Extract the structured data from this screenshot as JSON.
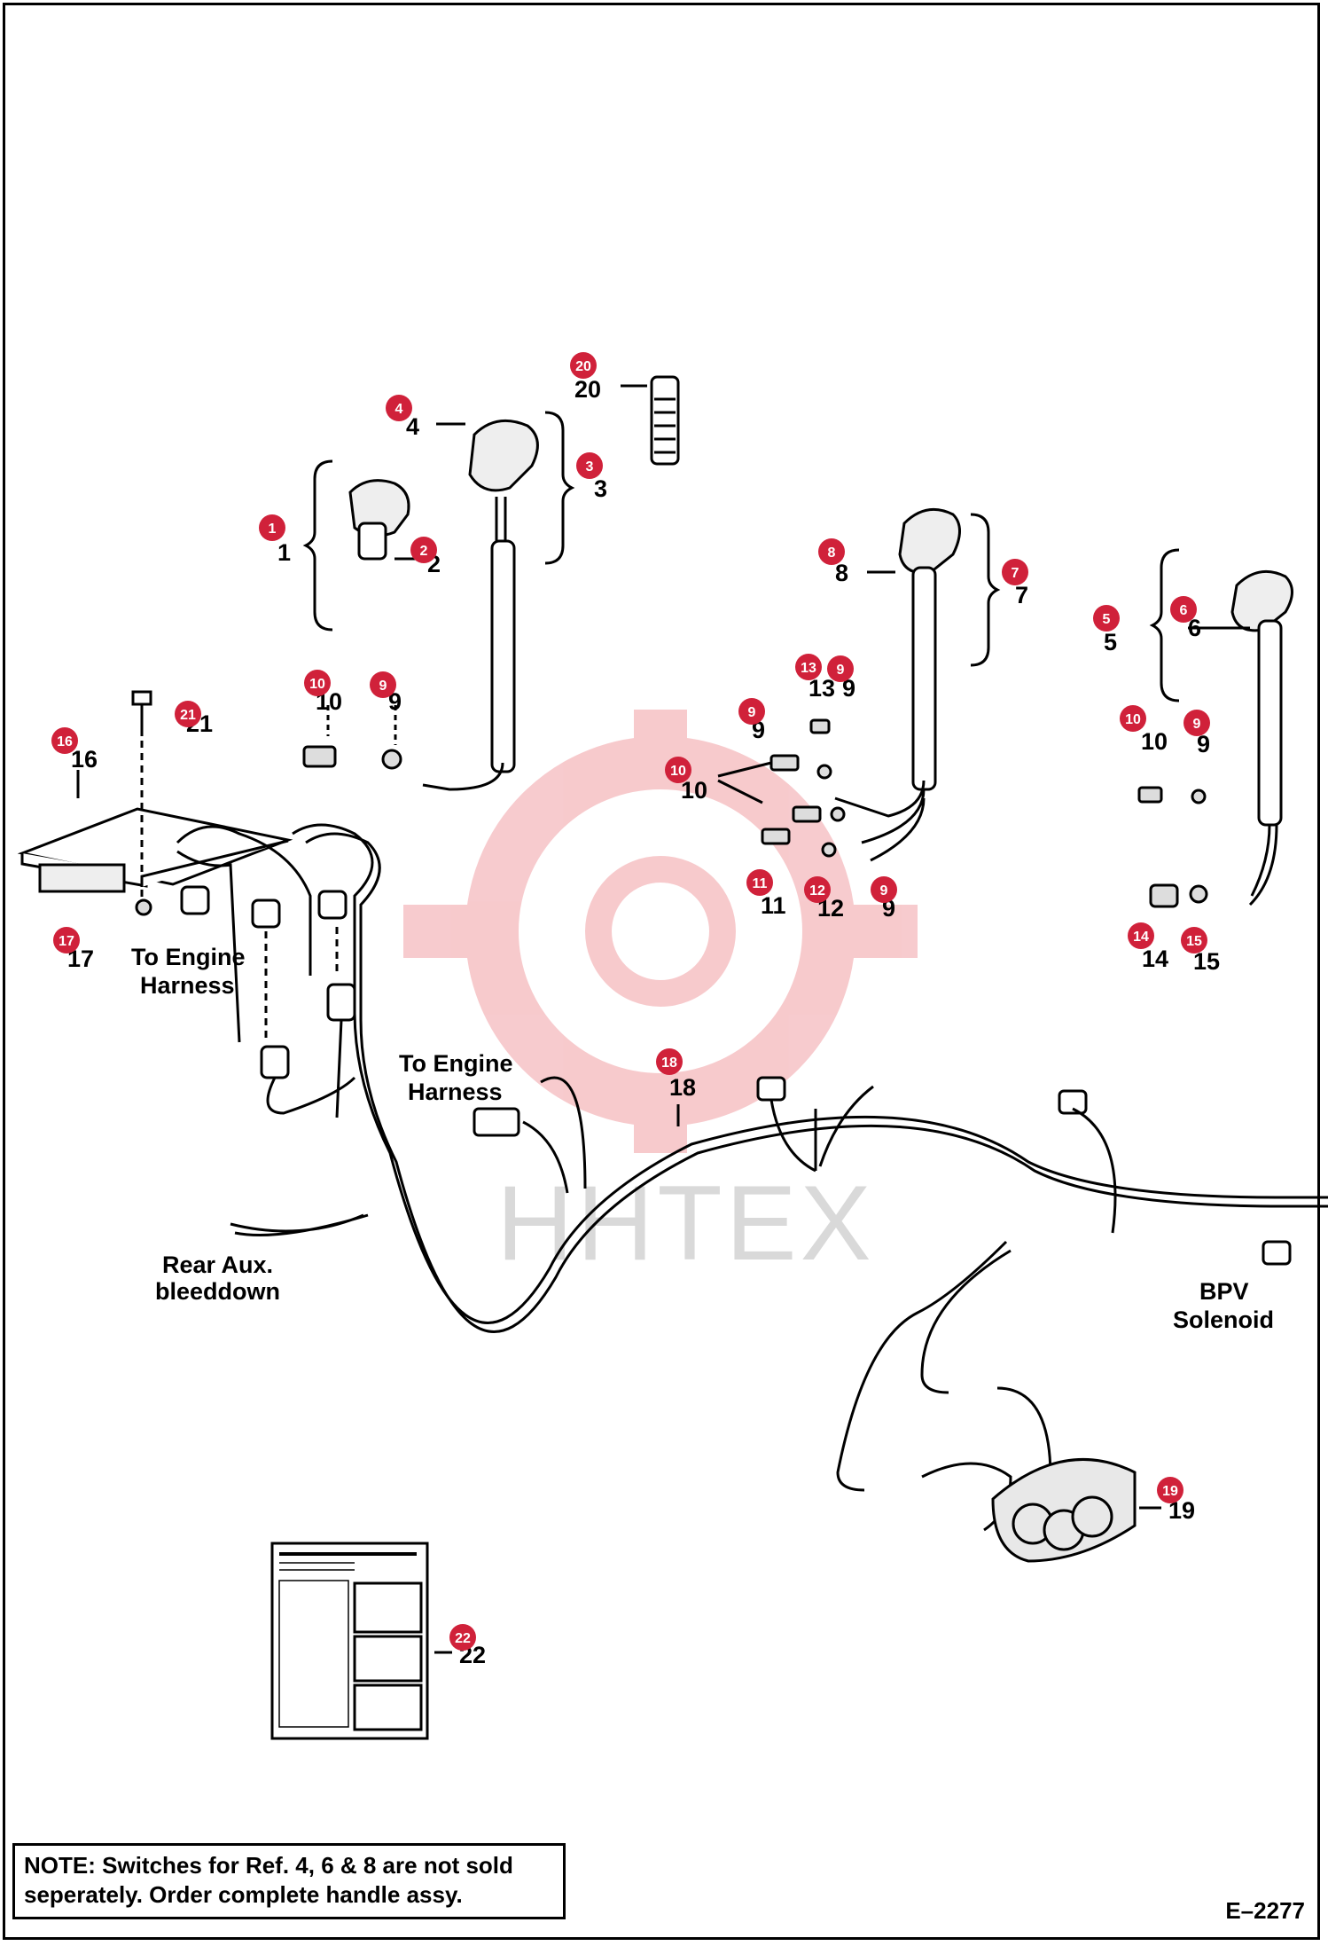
{
  "figure_id": "E–2277",
  "note": {
    "label": "NOTE:",
    "text_line1": "Switches for Ref. 4, 6 & 8 are not sold",
    "text_line2": "seperately.  Order complete handle assy."
  },
  "watermark": "HHTEX",
  "labels": {
    "to_engine_harness_1": "To Engine Harness",
    "to_engine_harness_1a": "To Engine",
    "to_engine_harness_1b": "Harness",
    "to_engine_harness_2a": "To Engine",
    "to_engine_harness_2b": "Harness",
    "rear_aux_a": "Rear Aux.",
    "rear_aux_b": "bleeddown",
    "bpv_a": "BPV",
    "bpv_b": "Solenoid"
  },
  "part_numbers": [
    "1",
    "2",
    "3",
    "4",
    "5",
    "6",
    "7",
    "8",
    "9",
    "10",
    "11",
    "12",
    "13",
    "14",
    "15",
    "16",
    "17",
    "18",
    "19",
    "20",
    "21",
    "22"
  ],
  "callout_color": "#d0213a",
  "diagram_labels": {
    "n1": "1",
    "n2": "2",
    "n3": "3",
    "n4": "4",
    "n5": "5",
    "n6": "6",
    "n7": "7",
    "n8": "8",
    "n9": "9",
    "n10": "10",
    "n11": "11",
    "n12": "12",
    "n13": "13",
    "n14": "14",
    "n15": "15",
    "n16": "16",
    "n17": "17",
    "n18": "18",
    "n19": "19",
    "n20": "20",
    "n21": "21",
    "n22": "22"
  }
}
